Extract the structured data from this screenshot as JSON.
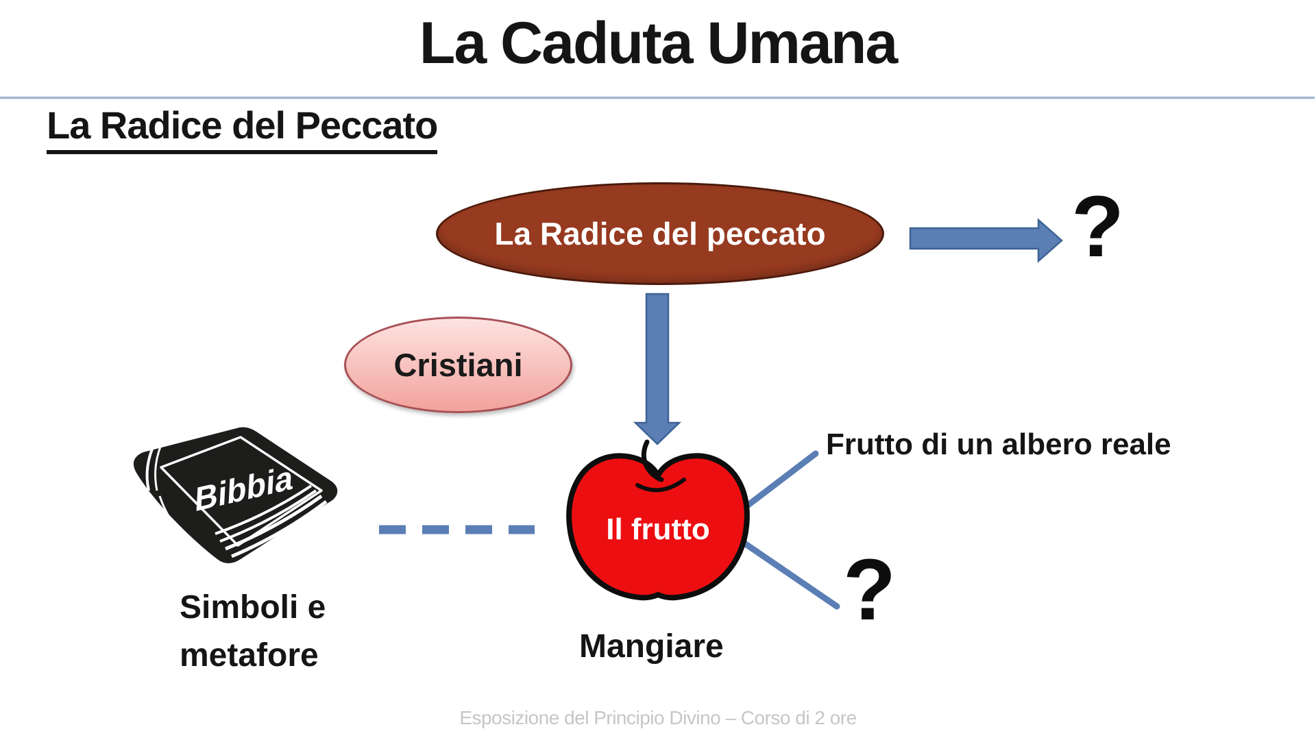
{
  "slide": {
    "title": "La Caduta Umana",
    "section_heading": "La Radice del Peccato",
    "footer": "Esposizione del Principio Divino – Corso di 2 ore"
  },
  "diagram": {
    "root_node": "La Radice del peccato",
    "root_question": "?",
    "christians_node": "Cristiani",
    "fruit_node": "Il frutto",
    "book_label": "Bibbia",
    "book_caption_line1": "Simboli e",
    "book_caption_line2": "metafore",
    "fruit_caption": "Mangiare",
    "branch_real_tree": "Frutto di un albero reale",
    "branch_question": "?"
  },
  "colors": {
    "accent-blue": "#5B7FB5",
    "accent-blue-border": "#3E6394",
    "brown-fill": "#963A20",
    "brown-border": "#4A190B",
    "pink-top": "#FDE3E1",
    "pink-bottom": "#F2A29C",
    "pink-border": "#A85055",
    "apple-red": "#ED0E11",
    "divider-blue": "#9FB6CE",
    "footer-gray": "#C6C6C6"
  }
}
